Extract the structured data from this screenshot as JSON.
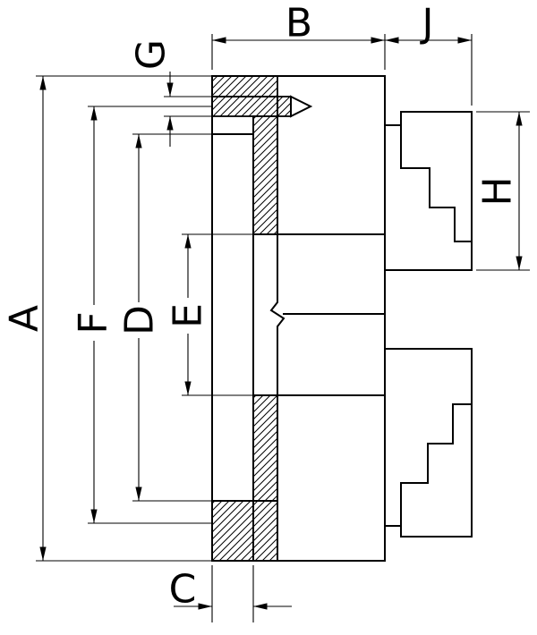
{
  "figure": {
    "type": "technical-dimension-drawing",
    "description": "Cross-section drawing of a lathe chuck with stepped jaws and letter dimension labels",
    "colors": {
      "line": "#000000",
      "background": "#ffffff"
    },
    "labels": {
      "A": "A",
      "B": "B",
      "C": "C",
      "D": "D",
      "E": "E",
      "F": "F",
      "G": "G",
      "H": "H",
      "J": "J"
    },
    "dimension_axes": {
      "A": "vertical",
      "B": "horizontal",
      "C": "horizontal",
      "D": "vertical",
      "E": "vertical",
      "F": "vertical",
      "G": "vertical",
      "H": "vertical",
      "J": "horizontal"
    }
  }
}
